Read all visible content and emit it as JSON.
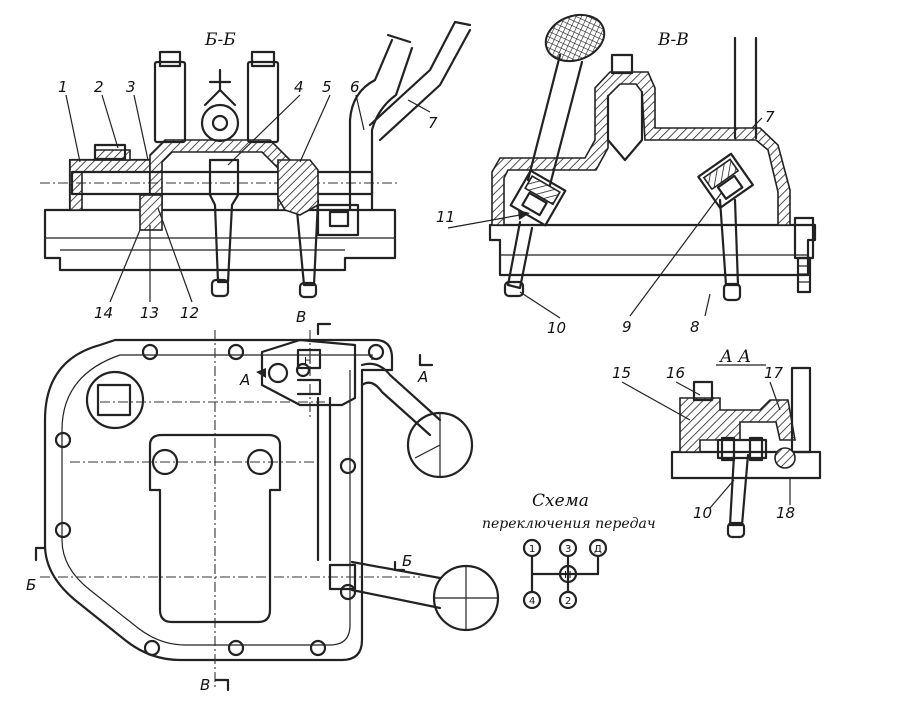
{
  "views": {
    "bb": {
      "title": "Б-Б"
    },
    "vv": {
      "title": "В-В"
    },
    "aa": {
      "title": "А А"
    }
  },
  "parts": {
    "p1": "1",
    "p2": "2",
    "p3": "3",
    "p4": "4",
    "p5": "5",
    "p6": "6",
    "p7": "7",
    "p8": "8",
    "p9": "9",
    "p10": "10",
    "p11": "11",
    "p12": "12",
    "p13": "13",
    "p14": "14",
    "p15": "15",
    "p16": "16",
    "p17": "17",
    "p18": "18",
    "p7b": "7",
    "p10b": "10"
  },
  "section_marks": {
    "b_top": "В",
    "b_bottom": "В",
    "a_left": "А",
    "a_right": "А",
    "bb_left": "Б",
    "bb_right": "Б"
  },
  "scheme": {
    "title": "Схема",
    "subtitle": "переключения передач",
    "gears": [
      "1",
      "3",
      "Д",
      "Н",
      "4",
      "2"
    ]
  },
  "plate": {
    "n_label": "Н"
  }
}
